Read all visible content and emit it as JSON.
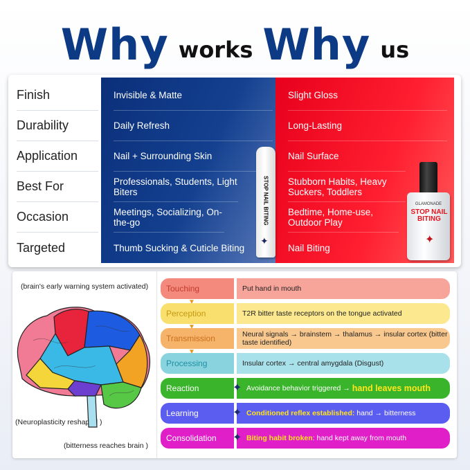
{
  "title": {
    "word1": "Why",
    "word2": "works",
    "word3": "Why",
    "word4": "us"
  },
  "comparison": {
    "rows": [
      {
        "label": "Finish",
        "pen": "Invisible & Matte",
        "polish": "Slight Gloss"
      },
      {
        "label": "Durability",
        "pen": "Daily Refresh",
        "polish": "Long-Lasting"
      },
      {
        "label": "Application",
        "pen": "Nail + Surrounding Skin",
        "polish": "Nail Surface"
      },
      {
        "label": "Best For",
        "pen": "Professionals, Students, Light Biters",
        "polish": "Stubborn Habits, Heavy Suckers, Toddlers"
      },
      {
        "label": "Occasion",
        "pen": "Meetings, Socializing, On-the-go",
        "polish": "Bedtime, Home-use, Outdoor Play"
      },
      {
        "label": "Targeted",
        "pen": "Thumb Sucking & Cuticle Biting",
        "polish": "Nail Biting"
      }
    ],
    "pen_product_text": "STOP NAIL BITING",
    "bottle_brand": "GLAMONADE",
    "bottle_text": "STOP NAIL BITING"
  },
  "process": {
    "notes": {
      "top": "(brain's early warning system activated)",
      "left": "(Neuroplasticity reshaped )",
      "bottom": "(bitterness reaches brain )"
    },
    "steps": [
      {
        "label": "Touching",
        "desc": "Put hand in mouth"
      },
      {
        "label": "Perception",
        "desc": "T2R bitter taste receptors on the tongue activated"
      },
      {
        "label": "Transmission",
        "desc": "Neural signals → brainstem → thalamus → insular cortex (bitter taste identified)"
      },
      {
        "label": "Processing",
        "desc": "Insular cortex → central amygdala (Disgust)"
      },
      {
        "label": "Reaction",
        "desc": "Avoidance behavior triggered →",
        "highlight": "hand leaves mouth"
      },
      {
        "label": "Learning",
        "highlight": "Conditioned reflex established:",
        "desc": "hand → bitterness"
      },
      {
        "label": "Consolidation",
        "highlight": "Biting habit broken",
        "desc": ": hand kept away from mouth"
      }
    ],
    "colors": {
      "touching": "#f48a7e",
      "perception": "#f8df6e",
      "transmission": "#f6b36a",
      "processing": "#89d3df",
      "reaction": "#3cae2c",
      "learning": "#5b5cf0",
      "consolidation": "#e01fc8"
    }
  }
}
